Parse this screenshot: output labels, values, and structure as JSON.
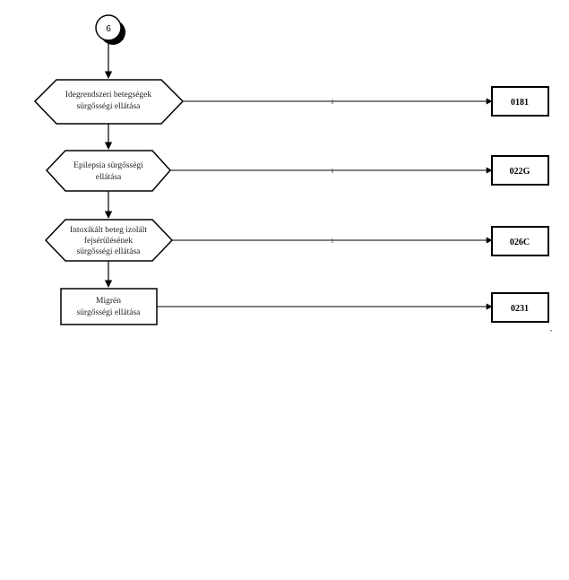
{
  "connector": {
    "label": "6"
  },
  "nodes": [
    {
      "shape": "hexagon",
      "lines": [
        "Idegrendszeri betegségek",
        "sürgősségi ellátása"
      ],
      "code": "0181",
      "condition": "i"
    },
    {
      "shape": "hexagon",
      "lines": [
        "Epilepsia sürgősségi",
        "ellátása"
      ],
      "code": "022G",
      "condition": "i"
    },
    {
      "shape": "hexagon",
      "lines": [
        "Intoxikált beteg izolált",
        "fejsérülésének",
        "sürgősségi ellátása"
      ],
      "code": "026C",
      "condition": "i"
    },
    {
      "shape": "rect",
      "lines": [
        "Migrén",
        "sürgősségi ellátása"
      ],
      "code": "0231",
      "condition": ""
    }
  ],
  "footer_mark": "\""
}
